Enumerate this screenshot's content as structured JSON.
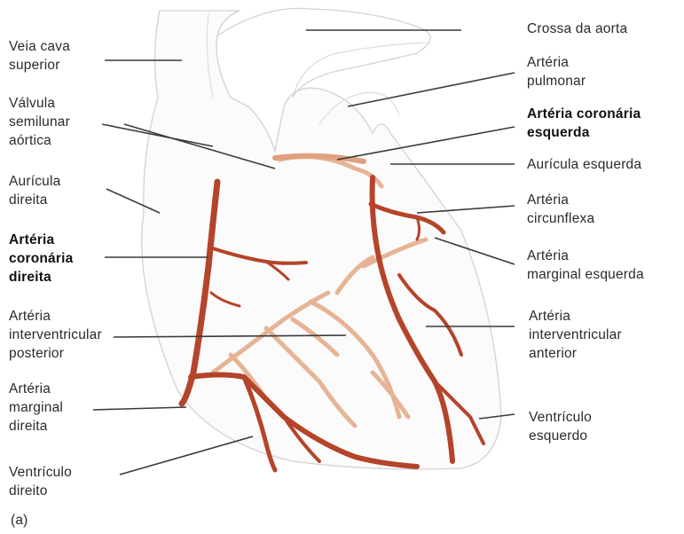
{
  "labels": {
    "crossa_aorta": "Crossa da aorta",
    "veia_cava_1": "Veia cava",
    "veia_cava_2": "superior",
    "arteria_pulmonar_1": "Artéria",
    "arteria_pulmonar_2": "pulmonar",
    "valvula_1": "Válvula",
    "valvula_2": "semilunar",
    "valvula_3": "aórtica",
    "coronaria_esq_1": "Artéria coronária",
    "coronaria_esq_2": "esquerda",
    "auricula_esq": "Aurícula esquerda",
    "auricula_dir_1": "Aurícula",
    "auricula_dir_2": "direita",
    "circunflexa_1": "Artéria",
    "circunflexa_2": "circunflexa",
    "coronaria_dir_1": "Artéria",
    "coronaria_dir_2": "coronária",
    "coronaria_dir_3": "direita",
    "marginal_esq_1": "Artéria",
    "marginal_esq_2": "marginal esquerda",
    "interv_post_1": "Artéria",
    "interv_post_2": "interventricular",
    "interv_post_3": "posterior",
    "interv_ant_1": "Artéria",
    "interv_ant_2": "interventricular",
    "interv_ant_3": "anterior",
    "marginal_dir_1": "Artéria",
    "marginal_dir_2": "marginal",
    "marginal_dir_3": "direita",
    "ventriculo_esq_1": "Ventrículo",
    "ventriculo_esq_2": "esquerdo",
    "ventriculo_dir_1": "Ventrículo",
    "ventriculo_dir_2": "direito",
    "panel": "(a)"
  },
  "colors": {
    "artery": "#b4442a",
    "artery_light": "#e0a07e",
    "heart_outline": "#cfcfcf",
    "leader": "#3a3a3a"
  }
}
